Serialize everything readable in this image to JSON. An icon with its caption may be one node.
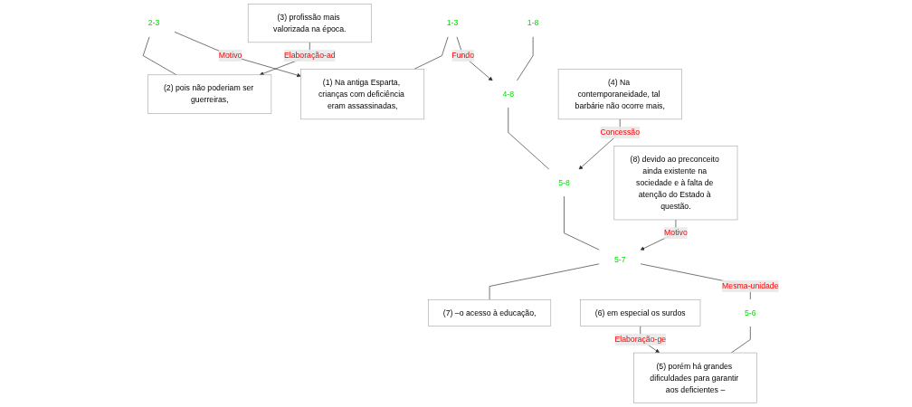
{
  "diagram": {
    "nodes": [
      {
        "text": [
          "1-8"
        ]
      },
      {
        "text": [
          "1-3"
        ]
      },
      {
        "text": [
          "4-8"
        ]
      },
      {
        "text": [
          "(1) Na antiga Esparta, crianças com deficiência eram assassinadas,"
        ]
      },
      {
        "text": [
          "2-3"
        ]
      },
      {
        "text": [
          "(4) Na contemporaneidade, tal barbárie não ocorre mais,"
        ]
      },
      {
        "text": [
          "5-8"
        ]
      },
      {
        "text": [
          "(2) pois não poderiam ser guerreiras,"
        ]
      },
      {
        "text": [
          "(3) profissão mais valorizada na época."
        ]
      },
      {
        "text": [
          "5-7"
        ]
      },
      {
        "text": [
          "(8) devido ao preconceito ainda existente na sociedade e à falta de atenção do Estado à questão."
        ]
      },
      {
        "text": [
          "5-6"
        ]
      },
      {
        "text": [
          "(7) –o acesso à educação,"
        ]
      },
      {
        "text": [
          "(5) porém há grandes dificuldades para garantir aos deficientes –"
        ]
      },
      {
        "text": [
          "(6) em especial os surdos"
        ]
      }
    ],
    "edges": [
      {
        "from": 0,
        "to": 2,
        "arrow": "none"
      },
      {
        "from": 1,
        "to": 2,
        "arrow": "to",
        "label": "Fundo"
      },
      {
        "from": 1,
        "to": 3,
        "arrow": "none"
      },
      {
        "from": 4,
        "to": 3,
        "arrow": "to",
        "label": "Motivo"
      },
      {
        "from": 4,
        "to": 7,
        "arrow": "none"
      },
      {
        "from": 8,
        "to": 7,
        "arrow": "to",
        "label": "Elaboração-ad"
      },
      {
        "from": 2,
        "to": 6,
        "arrow": "none"
      },
      {
        "from": 5,
        "to": 6,
        "arrow": "to",
        "label": "Concessão"
      },
      {
        "from": 6,
        "to": 9,
        "arrow": "none"
      },
      {
        "from": 10,
        "to": 9,
        "arrow": "to",
        "label": "Motivo"
      },
      {
        "from": 9,
        "to": 11,
        "arrow": "none",
        "label": "Mesma-unidade"
      },
      {
        "from": 9,
        "to": 12,
        "arrow": "none"
      },
      {
        "from": 11,
        "to": 13,
        "arrow": "none"
      },
      {
        "from": 14,
        "to": 13,
        "arrow": "to",
        "label": "Elaboração-ge"
      }
    ]
  }
}
